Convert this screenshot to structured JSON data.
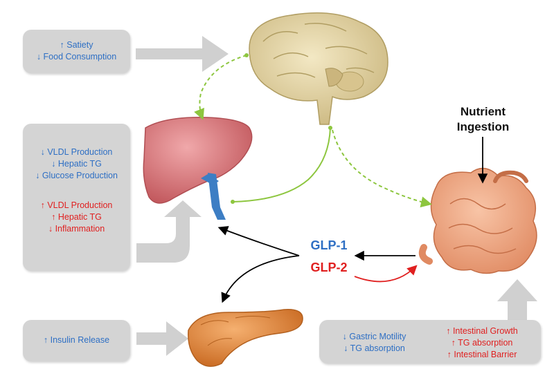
{
  "satiety_box": {
    "lines": [
      {
        "text": "↑ Satiety",
        "color": "blue"
      },
      {
        "text": "↓ Food Consumption",
        "color": "blue"
      }
    ]
  },
  "liver_box": {
    "glp1_lines": [
      {
        "text": "↓ VLDL Production",
        "color": "blue"
      },
      {
        "text": "↓ Hepatic TG",
        "color": "blue"
      },
      {
        "text": "↓ Glucose Production",
        "color": "blue"
      }
    ],
    "glp2_lines": [
      {
        "text": "↑ VLDL Production",
        "color": "red"
      },
      {
        "text": "↑ Hepatic TG",
        "color": "red"
      },
      {
        "text": "↓ Inflammation",
        "color": "red"
      }
    ]
  },
  "insulin_box": {
    "lines": [
      {
        "text": "↑ Insulin Release",
        "color": "blue"
      }
    ]
  },
  "gut_box": {
    "glp1_lines": [
      {
        "text": "↓ Gastric Motility",
        "color": "blue"
      },
      {
        "text": "↓ TG absorption",
        "color": "blue"
      }
    ],
    "glp2_lines": [
      {
        "text": "↑ Intestinal Growth",
        "color": "red"
      },
      {
        "text": "↑ TG absorption",
        "color": "red"
      },
      {
        "text": "↑ Intestinal Barrier",
        "color": "red"
      }
    ]
  },
  "hormones": {
    "glp1": "GLP-1",
    "glp2": "GLP-2"
  },
  "nutrient_label": "Nutrient Ingestion",
  "colors": {
    "glp1_blue": "#2e6fc4",
    "glp2_red": "#e02020",
    "box_gray": "#d4d4d4",
    "dashed_green": "#8dc63f",
    "liver_pink": "#d9767a",
    "vessel_blue": "#3d7ec4",
    "pancreas_orange": "#e8893e",
    "intestine_peach": "#f2a984",
    "brain_beige": "#e6d7a8"
  },
  "icons": {
    "brain": "brain-icon",
    "liver": "liver-icon",
    "pancreas": "pancreas-icon",
    "intestine": "intestine-icon"
  }
}
